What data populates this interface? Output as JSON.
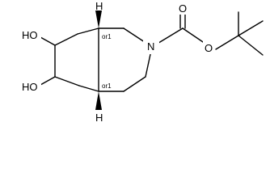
{
  "molecule": {
    "atom_labels": {
      "ho_top": "HO",
      "ho_bottom": "HO",
      "ring_nitrogen": "N",
      "carbonyl_oxygen": "O",
      "ester_oxygen": "O",
      "stereo_h_top": "H",
      "stereo_h_bottom": "H"
    },
    "stereo_labels": {
      "top": "or1",
      "bottom": "or1"
    }
  }
}
